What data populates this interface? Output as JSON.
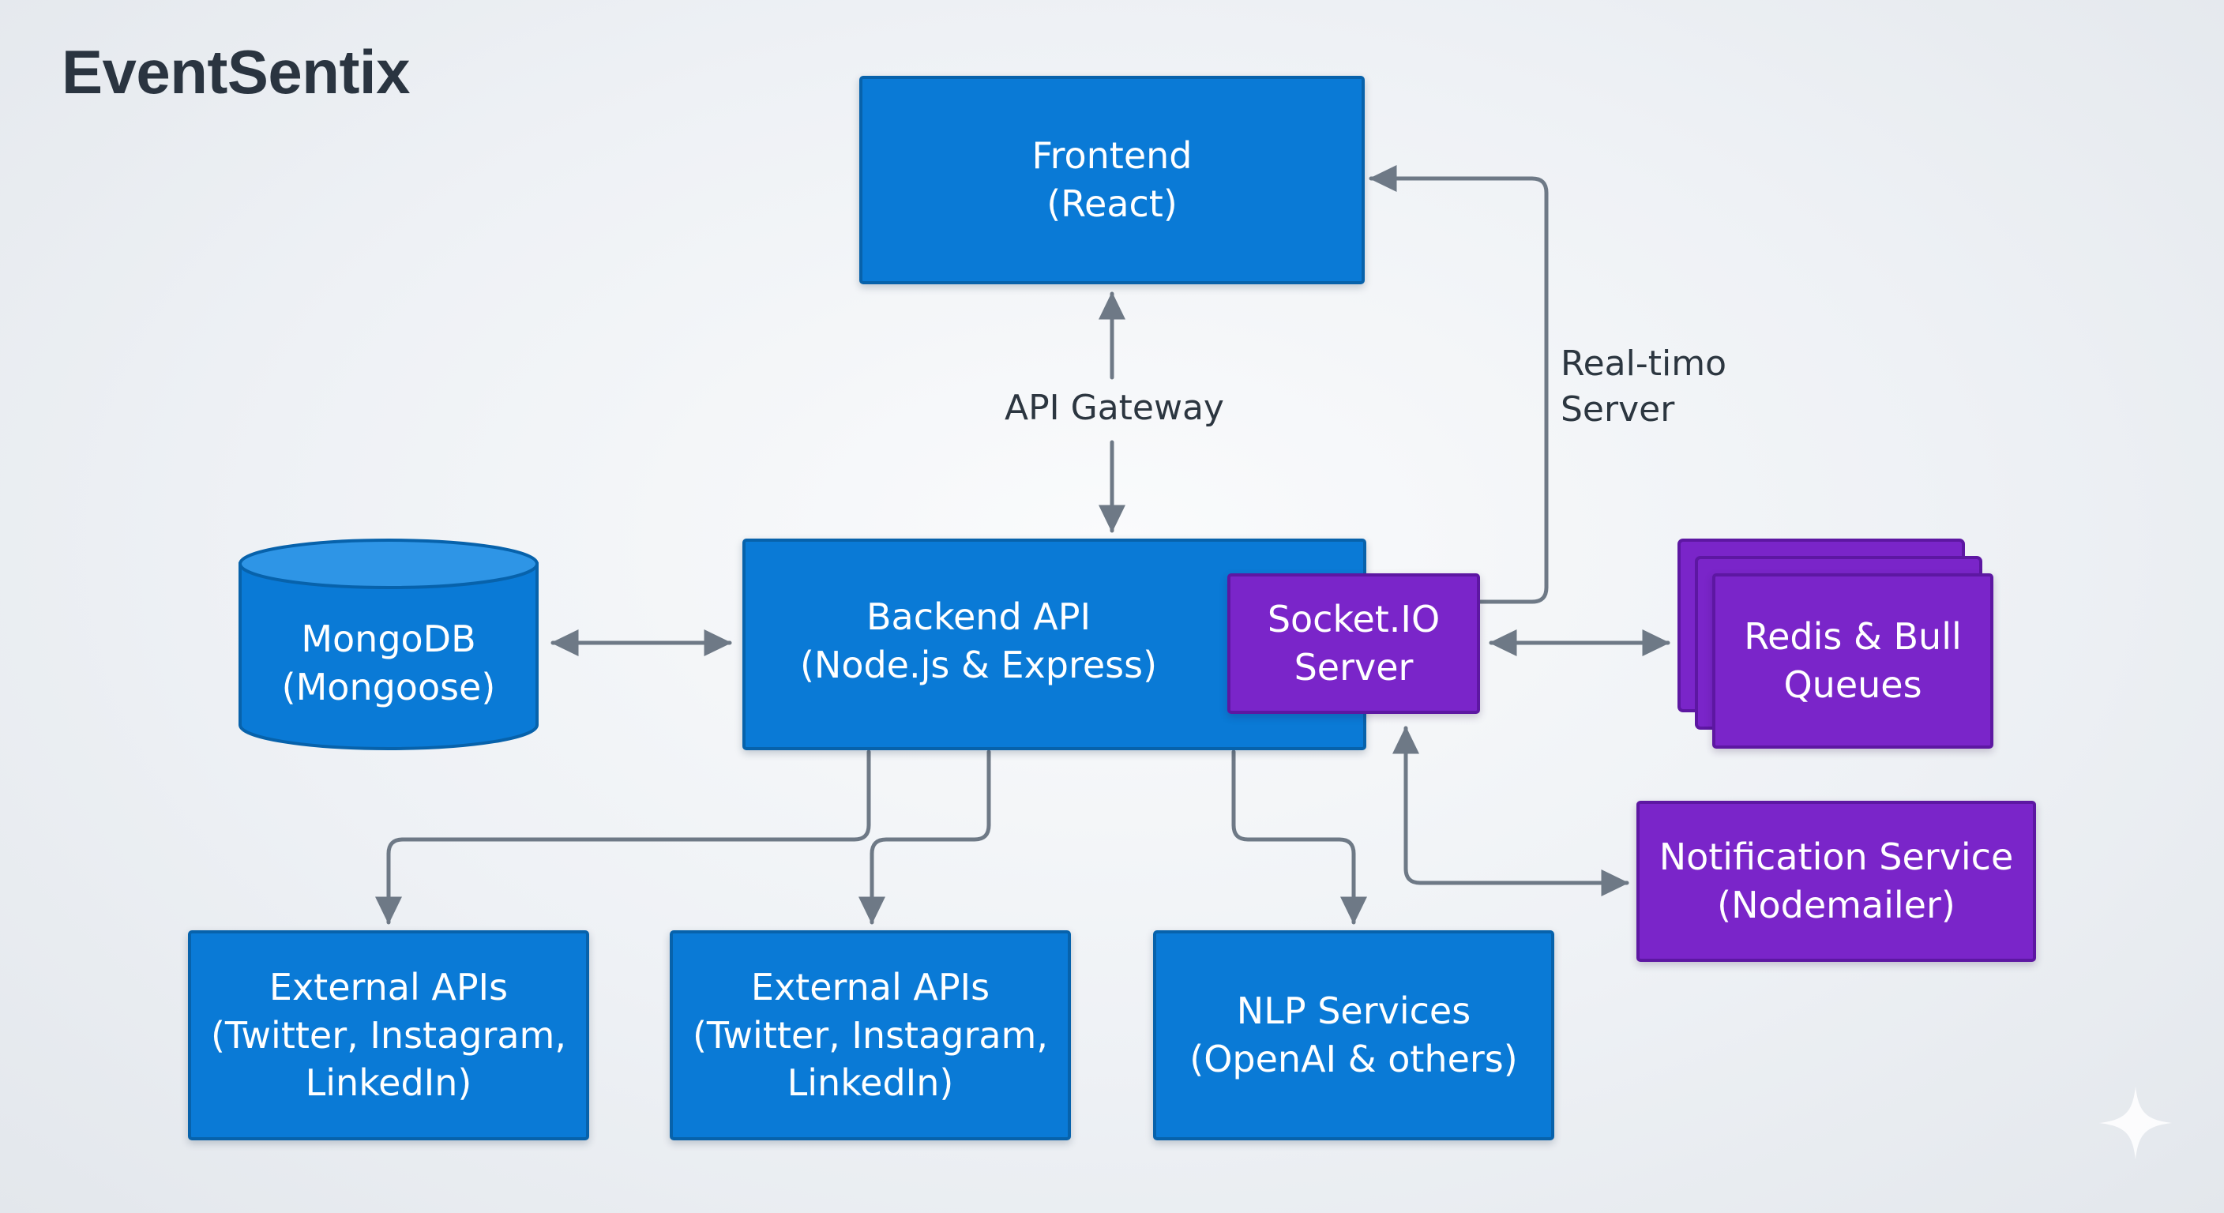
{
  "title": "EventSentix",
  "nodes": {
    "frontend": "Frontend\n(React)",
    "backend": "Backend API\n(Node.js & Express)",
    "socket": "Socket.IO\nServer",
    "mongodb": "MongoDB\n(Mongoose)",
    "redis": "Redis & Bull\nQueues",
    "notification": "Notification Service\n(Nodemailer)",
    "external_1": "External APIs\n(Twitter, Instagram,\nLinkedIn)",
    "external_2": "External APIs\n(Twitter, Instagram,\nLinkedIn)",
    "nlp": "NLP Services\n(OpenAI & others)"
  },
  "edge_labels": {
    "api_gateway": "API Gateway",
    "realtime": "Real-timo\nServer"
  },
  "colors": {
    "blue": "#0a7ad6",
    "purple": "#7a25c9",
    "connector": "#6e7986"
  }
}
